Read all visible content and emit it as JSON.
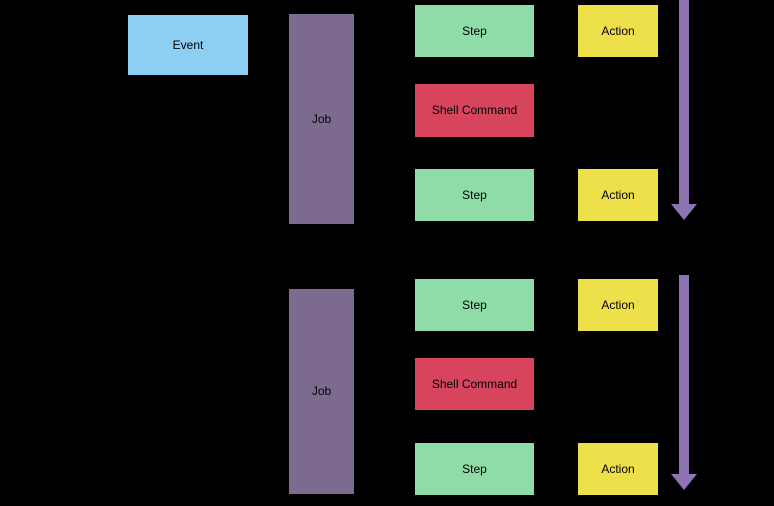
{
  "diagram": {
    "colors": {
      "background": "#000000",
      "event": "#8CCFF2",
      "job": "#7D6B8F",
      "step": "#8FDCA8",
      "shell_command": "#D6455C",
      "action": "#EDE04A",
      "arrow": "#8E74B2",
      "text": "#000000"
    },
    "event": {
      "label": "Event"
    },
    "groups": [
      {
        "job": {
          "label": "Job"
        },
        "steps": [
          {
            "type": "step",
            "label": "Step"
          },
          {
            "type": "shell",
            "label": "Shell Command"
          },
          {
            "type": "step",
            "label": "Step"
          }
        ],
        "actions": [
          {
            "label": "Action"
          },
          {
            "label": "Action"
          }
        ]
      },
      {
        "job": {
          "label": "Job"
        },
        "steps": [
          {
            "type": "step",
            "label": "Step"
          },
          {
            "type": "shell",
            "label": "Shell Command"
          },
          {
            "type": "step",
            "label": "Step"
          }
        ],
        "actions": [
          {
            "label": "Action"
          },
          {
            "label": "Action"
          }
        ]
      }
    ]
  }
}
